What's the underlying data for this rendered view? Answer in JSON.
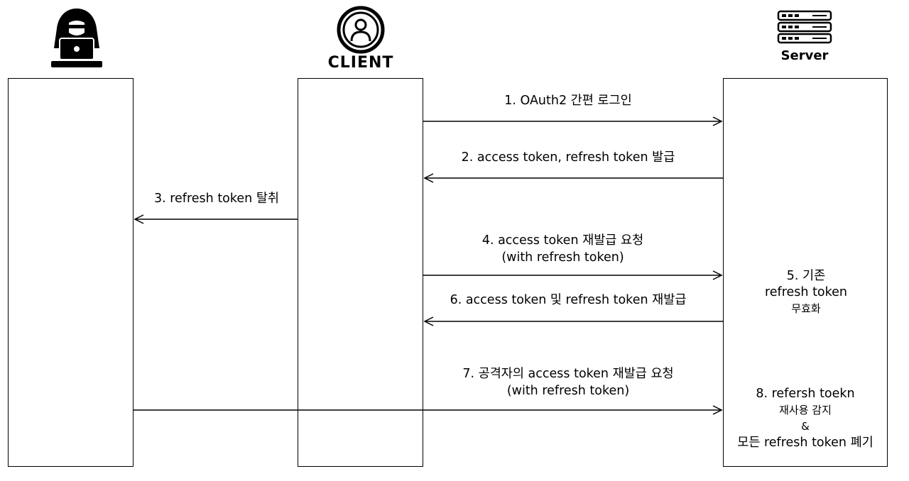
{
  "actors": {
    "attacker": {
      "icon": "hacker-icon"
    },
    "client": {
      "label": "CLIENT",
      "icon": "user-circle-icon"
    },
    "server": {
      "label": "Server",
      "icon": "server-rack-icon"
    }
  },
  "messages": [
    {
      "id": "m1",
      "text": "1. OAuth2 간편 로그인",
      "from": "client",
      "to": "server"
    },
    {
      "id": "m2",
      "text": "2. access token, refresh token 발급",
      "from": "server",
      "to": "client"
    },
    {
      "id": "m3",
      "text": "3. refresh token 탈취",
      "from": "client",
      "to": "attacker"
    },
    {
      "id": "m4",
      "line1": "4. access token 재발급 요청",
      "line2": "(with refresh token)",
      "from": "client",
      "to": "server"
    },
    {
      "id": "m6",
      "text": "6. access token 및 refresh token 재발급",
      "from": "server",
      "to": "client"
    },
    {
      "id": "m7",
      "line1": "7. 공격자의 access token 재발급 요청",
      "line2": "(with refresh token)",
      "from": "attacker",
      "to": "server"
    }
  ],
  "notes": {
    "n5": {
      "line1": "5. 기존",
      "line2": "refresh token",
      "line3": "무효화"
    },
    "n8": {
      "line1": "8. refersh toekn",
      "line2": "재사용 감지",
      "line3": "&",
      "line4": "모든 refresh token 폐기"
    }
  },
  "colors": {
    "line": "#000000",
    "background": "#ffffff"
  }
}
